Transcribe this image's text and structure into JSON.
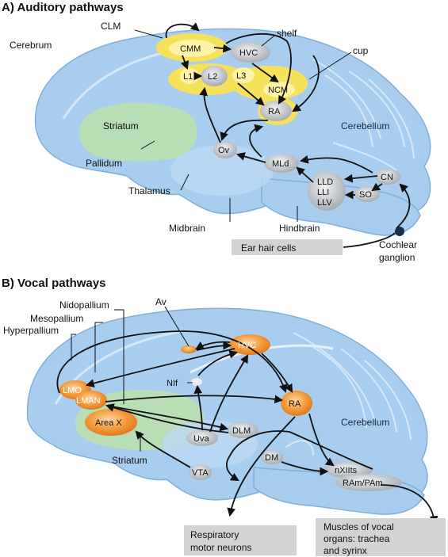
{
  "panel_a": {
    "title": "A) Auditory pathways",
    "regions": {
      "cerebrum": "Cerebrum",
      "striatum": "Striatum",
      "pallidum": "Pallidum",
      "thalamus": "Thalamus",
      "midbrain": "Midbrain",
      "hindbrain": "Hindbrain",
      "cerebellum": "Cerebellum",
      "cochlear_ganglion_1": "Cochlear",
      "cochlear_ganglion_2": "ganglion",
      "clm": "CLM",
      "shelf": "shelf",
      "cup": "cup"
    },
    "nuclei": {
      "cmm": "CMM",
      "hvc": "HVC",
      "l1": "L1",
      "l2": "L2",
      "l3": "L3",
      "ncm": "NCM",
      "ra": "RA",
      "ov": "Ov",
      "mld": "MLd",
      "lld": "LLD",
      "lli": "LLI",
      "llv": "LLV",
      "so": "SO",
      "cn": "CN"
    },
    "box": "Ear hair cells"
  },
  "panel_b": {
    "title": "B) Vocal pathways",
    "regions": {
      "nidopallium": "Nidopallium",
      "mesopallium": "Mesopallium",
      "hyperpallium": "Hyperpallium",
      "av": "Av",
      "striatum": "Striatum",
      "cerebellum": "Cerebellum"
    },
    "nuclei": {
      "hvc": "HVC",
      "nif": "NIf",
      "lmo": "LMO",
      "lman": "LMAN",
      "area_x": "Area X",
      "ra": "RA",
      "uva": "Uva",
      "dlm": "DLM",
      "dm": "DM",
      "vta": "VTA",
      "nxiits": "nXIIts",
      "ram_pam": "RAm/PAm"
    },
    "boxes": {
      "respiratory_1": "Respiratory",
      "respiratory_2": "motor neurons",
      "muscles_1": "Muscles of vocal",
      "muscles_2": "organs: trachea",
      "muscles_3": "and syrinx"
    }
  },
  "colors": {
    "brain": "#a9cdee",
    "brain_edge": "#7fb0dc",
    "striatum": "#b9ddb0",
    "auditory_nucleus": "#f5e15a",
    "vocal_nucleus": "#f08a2a",
    "gray_nucleus": "#c4c8cc",
    "box": "#d3d3d3"
  }
}
